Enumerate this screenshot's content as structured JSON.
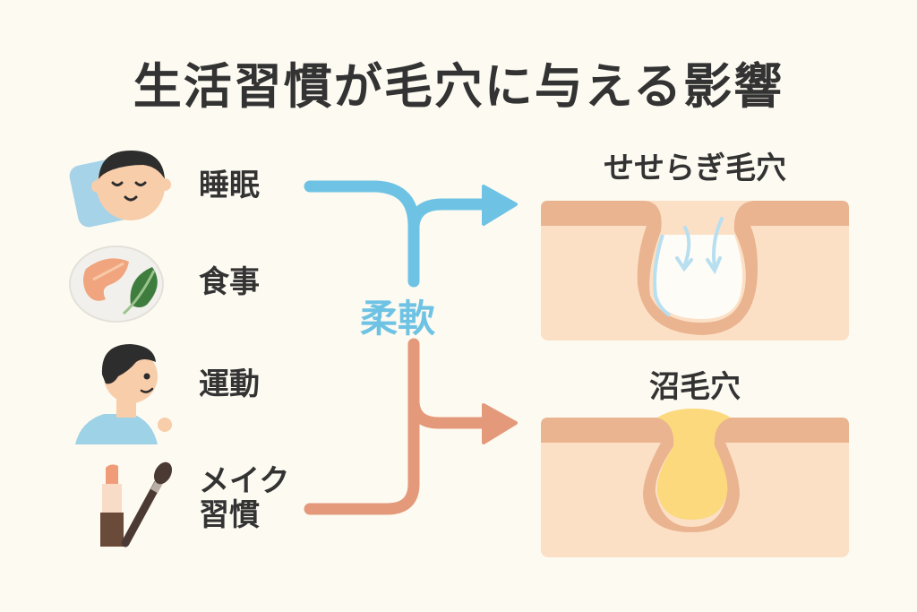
{
  "title": "生活習慣が毛穴に与える影響",
  "factors": [
    {
      "label": "睡眠",
      "icon": "sleeping-face-icon"
    },
    {
      "label": "食事",
      "icon": "meal-plate-icon"
    },
    {
      "label": "運動",
      "icon": "running-person-icon"
    },
    {
      "label_line1": "メイク",
      "label_line2": "習慣",
      "icon": "makeup-icon"
    }
  ],
  "center_label": "柔軟",
  "outcomes": {
    "top": {
      "title": "せせらぎ毛穴"
    },
    "bottom": {
      "title": "沼毛穴"
    }
  },
  "colors": {
    "background": "#fdfaf1",
    "flow_blue": "#6ec3e4",
    "flow_orange": "#e3997a",
    "skin_top": "#e9b48f",
    "skin_body": "#fce0c6",
    "sebum": "#fbd97c",
    "text": "#333333"
  }
}
